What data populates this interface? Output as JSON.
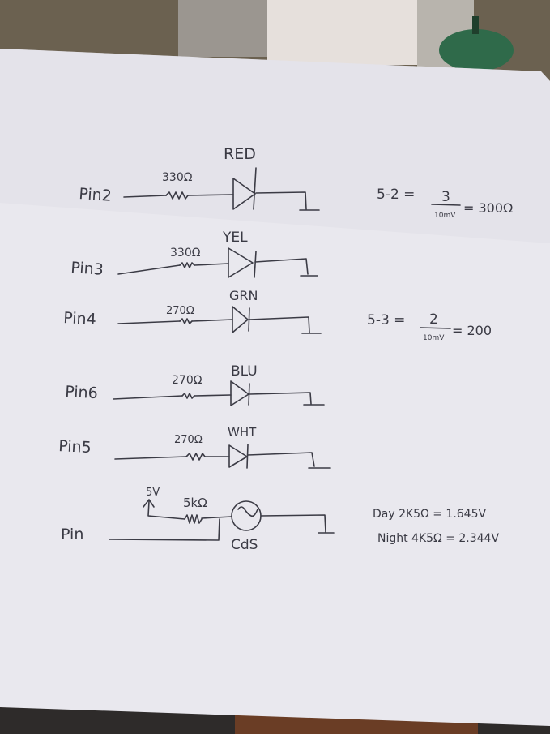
{
  "colors": {
    "paper": "#e9e8ee",
    "ink": "#3b3b45",
    "wall": "#6b6150",
    "window": "#dcd6cf",
    "lamp": "#2f6a4a",
    "floor": "#2e2b2a"
  },
  "led_rows": [
    {
      "pin": "Pin2",
      "resistor": "330Ω",
      "led": "RED"
    },
    {
      "pin": "Pin3",
      "resistor": "330Ω",
      "led": "YEL"
    },
    {
      "pin": "Pin4",
      "resistor": "270Ω",
      "led": "GRN"
    },
    {
      "pin": "Pin6",
      "resistor": "270Ω",
      "led": "BLU"
    },
    {
      "pin": "Pin5",
      "resistor": "270Ω",
      "led": "WHT"
    }
  ],
  "sensor": {
    "pin": "Pin",
    "supply": "5V",
    "resistor": "5kΩ",
    "sensor_label": "CdS"
  },
  "calculations": {
    "calc1_left": "5-2 =",
    "calc1_num": "3",
    "calc1_den": "10mV",
    "calc1_result": "= 300Ω",
    "calc2_left": "5-3 =",
    "calc2_num": "2",
    "calc2_den": "10mV",
    "calc2_result": "= 200"
  },
  "readings": {
    "day": "Day 2K5Ω = 1.645V",
    "night": "Night 4K5Ω = 2.344V"
  }
}
